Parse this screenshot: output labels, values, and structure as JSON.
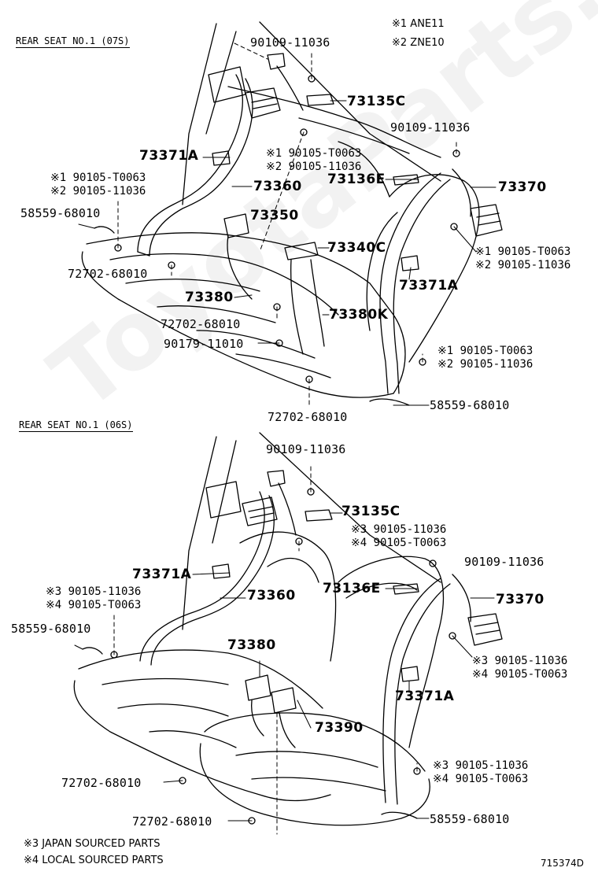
{
  "watermark": "ToyotaParts.ru",
  "legend_top": [
    "※1 ANE11",
    "※2 ZNE10"
  ],
  "sections": {
    "top": "REAR SEAT NO.1 (07S)",
    "bottom": "REAR SEAT NO.1 (06S)"
  },
  "top_labels": {
    "p90109_a": "90109-11036",
    "p73135c": "73135C",
    "p90109_b": "90109-11036",
    "p73371a_l": "73371A",
    "s1_center": "※1 90105-T0063",
    "s2_center": "※2 90105-11036",
    "p73136e": "73136E",
    "p73370": "73370",
    "s1_left": "※1 90105-T0063",
    "s2_left": "※2 90105-11036",
    "p73360": "73360",
    "p58559_l": "58559-68010",
    "p73350": "73350",
    "p73340c": "73340C",
    "s1_right": "※1 90105-T0063",
    "s2_right": "※2 90105-11036",
    "p72702_a": "72702-68010",
    "p73371a_r": "73371A",
    "p73380": "73380",
    "p72702_b": "72702-68010",
    "p73380k": "73380K",
    "p90179": "90179-11010",
    "s1_lowr": "※1 90105-T0063",
    "s2_lowr": "※2 90105-11036",
    "p58559_r": "58559-68010",
    "p72702_c": "72702-68010"
  },
  "bottom_labels": {
    "p90109_a": "90109-11036",
    "p73135c": "73135C",
    "s3_center": "※3 90105-11036",
    "s4_center": "※4 90105-T0063",
    "p90109_b": "90109-11036",
    "p73371a_l": "73371A",
    "s3_left": "※3 90105-11036",
    "s4_left": "※4 90105-T0063",
    "p73360": "73360",
    "p73136e": "73136E",
    "p73370": "73370",
    "p58559_l": "58559-68010",
    "p73380": "73380",
    "s3_right": "※3 90105-11036",
    "s4_right": "※4 90105-T0063",
    "p73371a_r": "73371A",
    "p73390": "73390",
    "s3_lowr": "※3 90105-11036",
    "s4_lowr": "※4 90105-T0063",
    "p72702_a": "72702-68010",
    "p72702_b": "72702-68010",
    "p58559_r": "58559-68010"
  },
  "notes": [
    "※3 JAPAN SOURCED PARTS",
    "※4 LOCAL SOURCED PARTS"
  ],
  "page_number": "715374D"
}
